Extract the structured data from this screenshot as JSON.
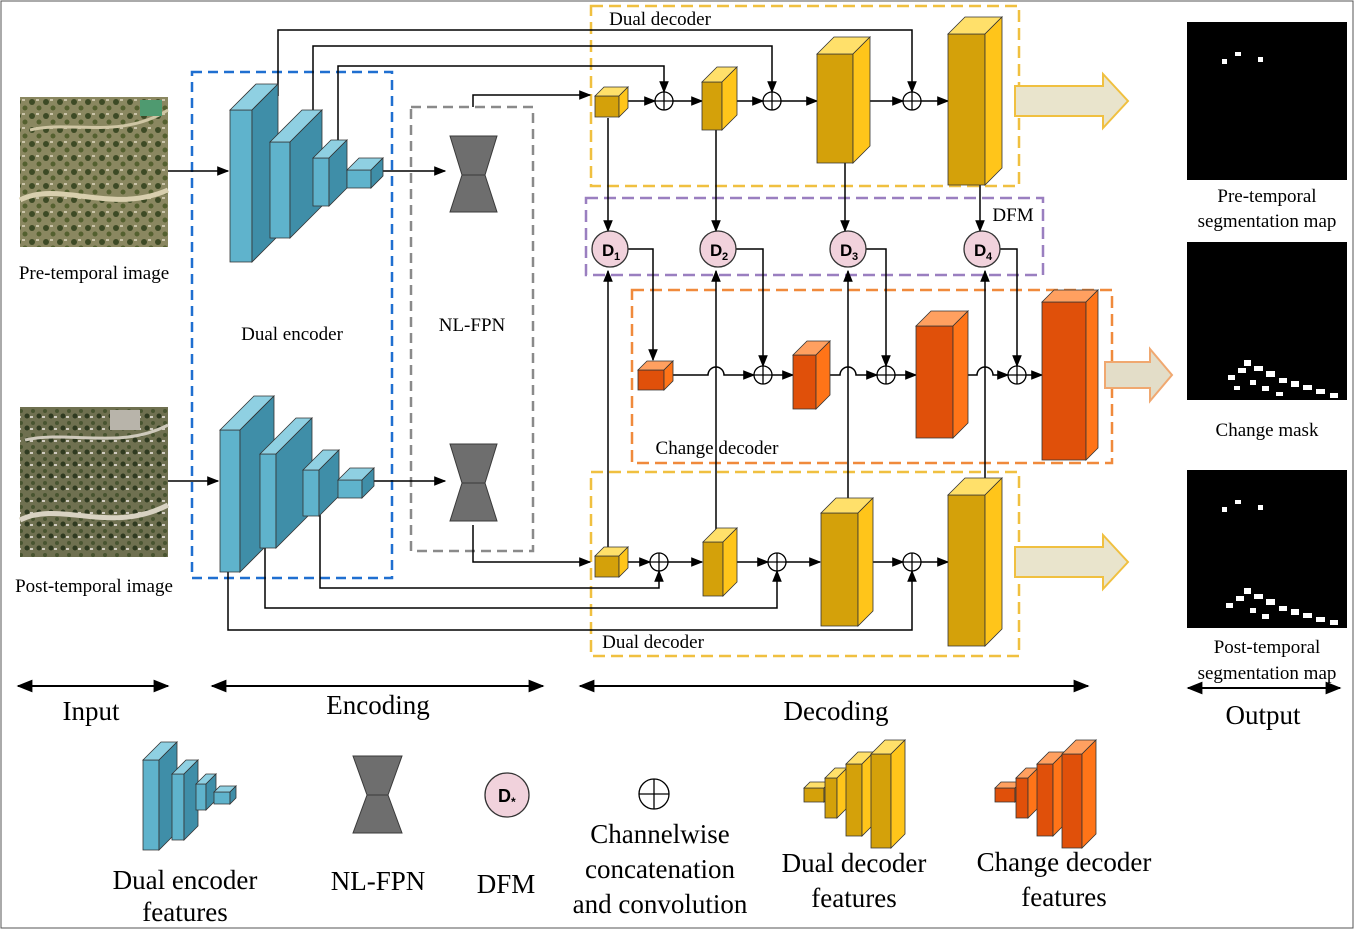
{
  "colors": {
    "encoder_front": "#5fb3cc",
    "encoder_side": "#3f8ea8",
    "encoder_top": "#8fd0e2",
    "dual_front": "#d4a10a",
    "dual_side": "#ffc51a",
    "dual_top": "#ffe06a",
    "change_front": "#e0500a",
    "change_side": "#ff7418",
    "change_top": "#ffa060",
    "nlfpn": "#6e6e6e",
    "dfm_fill": "#f1d2dc",
    "box_blue": "#1f6fd0",
    "box_gray": "#8a8a8a",
    "box_yellow": "#f0c040",
    "box_purple": "#9a7fc0",
    "box_orange": "#f08a3c"
  },
  "images": {
    "pre_label": "Pre-temporal image",
    "post_label": "Post-temporal image",
    "pre_content": "aerial view of rural terrain with houses",
    "post_content": "aerial view of rural terrain with new buildings"
  },
  "boxes": {
    "dual_encoder": "Dual encoder",
    "nl_fpn": "NL-FPN",
    "dual_decoder_top": "Dual decoder",
    "dual_decoder_bottom": "Dual decoder",
    "dfm": "DFM",
    "change_decoder": "Change decoder"
  },
  "dfm_nodes": [
    {
      "letter": "D",
      "sub": "1"
    },
    {
      "letter": "D",
      "sub": "2"
    },
    {
      "letter": "D",
      "sub": "3"
    },
    {
      "letter": "D",
      "sub": "4"
    }
  ],
  "outputs": [
    {
      "label_line1": "Pre-temporal",
      "label_line2": "segmentation map"
    },
    {
      "label_line1": "Change mask",
      "label_line2": ""
    },
    {
      "label_line1": "Post-temporal",
      "label_line2": "segmentation map"
    }
  ],
  "phases": {
    "input": "Input",
    "encoding": "Encoding",
    "decoding": "Decoding",
    "output": "Output"
  },
  "legend": {
    "encoder": {
      "line1": "Dual encoder",
      "line2": "features"
    },
    "nlfpn": {
      "line1": "NL-FPN"
    },
    "dfm": {
      "line1": "DFM",
      "symbol": "D",
      "symbol_sub": "*"
    },
    "concat": {
      "line1": "Channelwise",
      "line2": "concatenation",
      "line3": "and convolution"
    },
    "dual_decoder": {
      "line1": "Dual decoder",
      "line2": "features"
    },
    "change_decoder": {
      "line1": "Change decoder",
      "line2": "features"
    }
  }
}
